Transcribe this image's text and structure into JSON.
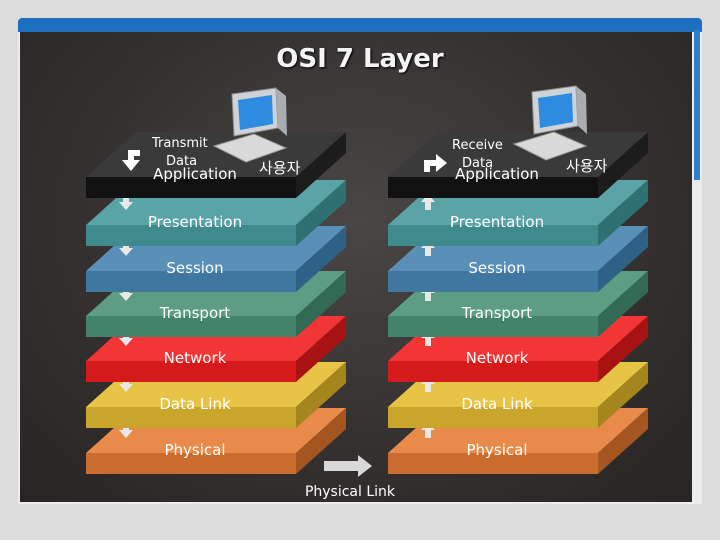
{
  "title": "OSI 7 Layer",
  "sender": {
    "action_line1": "Transmit",
    "action_line2": "Data",
    "user": "사용자"
  },
  "receiver": {
    "action_line1": "Receive",
    "action_line2": "Data",
    "user": "사용자"
  },
  "layers": [
    {
      "name": "Application",
      "top": "#3a3a3a",
      "front": "#111111",
      "side": "#1c1c1c"
    },
    {
      "name": "Presentation",
      "top": "#5aa3a6",
      "front": "#3f8a8d",
      "side": "#2f7072"
    },
    {
      "name": "Session",
      "top": "#5a8fb8",
      "front": "#3f77a0",
      "side": "#2f6086"
    },
    {
      "name": "Transport",
      "top": "#5c9d84",
      "front": "#43836b",
      "side": "#336a55"
    },
    {
      "name": "Network",
      "top": "#f23535",
      "front": "#d41a1a",
      "side": "#a91212"
    },
    {
      "name": "Data Link",
      "top": "#e7c445",
      "front": "#c9a52c",
      "side": "#a5851d"
    },
    {
      "name": "Physical",
      "top": "#e88a4a",
      "front": "#c96c2e",
      "side": "#a5551f"
    }
  ],
  "physical_link": "Physical Link",
  "icons": {
    "computer": "computer-icon",
    "down_arrow": "arrow-down-icon",
    "up_arrow": "arrow-up-icon",
    "right_arrow": "arrow-right-icon"
  }
}
